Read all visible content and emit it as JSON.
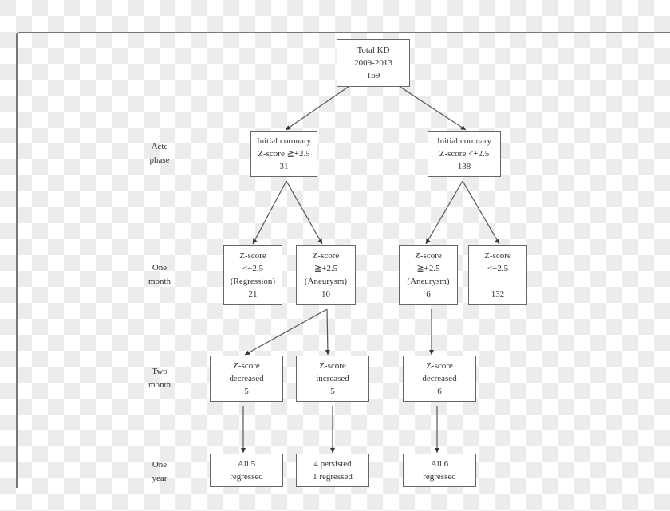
{
  "phases": [
    {
      "id": "acute",
      "line1": "Acte",
      "line2": "phase"
    },
    {
      "id": "one-month",
      "line1": "One",
      "line2": "month"
    },
    {
      "id": "two-month",
      "line1": "Two",
      "line2": "month"
    },
    {
      "id": "one-year",
      "line1": "One",
      "line2": "year"
    }
  ],
  "nodes": {
    "total": {
      "lines": [
        "Total KD",
        "2009-2013",
        "169"
      ]
    },
    "initial_high": {
      "lines": [
        "Initial coronary",
        "Z-score ≧+2.5",
        "31"
      ]
    },
    "initial_low": {
      "lines": [
        "Initial coronary",
        "Z-score <+2.5",
        "138"
      ]
    },
    "m1_regression": {
      "lines": [
        "Z-score",
        "<+2.5",
        "(Regression)",
        "21"
      ]
    },
    "m1_aneurysm_a": {
      "lines": [
        "Z-score",
        "≧+2.5",
        "(Aneurysm)",
        "10"
      ]
    },
    "m1_aneurysm_b": {
      "lines": [
        "Z-score",
        "≧+2.5",
        "(Aneurysm)",
        "6"
      ]
    },
    "m1_low": {
      "lines": [
        "Z-score",
        "<+2.5",
        "",
        "132"
      ]
    },
    "m2_decreased_a": {
      "lines": [
        "Z-score",
        "decreased",
        "5"
      ]
    },
    "m2_increased": {
      "lines": [
        "Z-score",
        "increased",
        "5"
      ]
    },
    "m2_decreased_b": {
      "lines": [
        "Z-score",
        "decreased",
        "6"
      ]
    },
    "y1_all5": {
      "lines": [
        "All 5",
        "regressed"
      ]
    },
    "y1_mixed": {
      "lines": [
        "4 persisted",
        "1 regressed"
      ]
    },
    "y1_all6": {
      "lines": [
        "All 6",
        "regressed"
      ]
    }
  },
  "edges": [
    [
      "total",
      "initial_high"
    ],
    [
      "total",
      "initial_low"
    ],
    [
      "initial_high",
      "m1_regression"
    ],
    [
      "initial_high",
      "m1_aneurysm_a"
    ],
    [
      "initial_low",
      "m1_aneurysm_b"
    ],
    [
      "initial_low",
      "m1_low"
    ],
    [
      "m1_aneurysm_a",
      "m2_decreased_a"
    ],
    [
      "m1_aneurysm_a",
      "m2_increased"
    ],
    [
      "m1_aneurysm_b",
      "m2_decreased_b"
    ],
    [
      "m2_decreased_a",
      "y1_all5"
    ],
    [
      "m2_increased",
      "y1_mixed"
    ],
    [
      "m2_decreased_b",
      "y1_all6"
    ]
  ],
  "colors": {
    "line": "#555555",
    "border": "#666666",
    "text": "#333333"
  }
}
